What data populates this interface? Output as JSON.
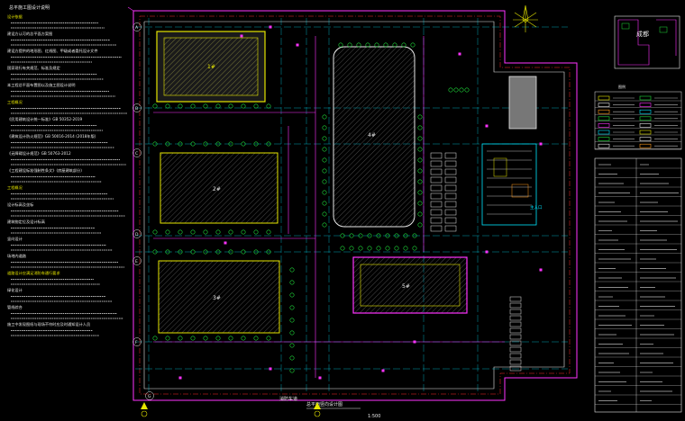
{
  "notes": {
    "title": "总平施工图设计说明",
    "lines": [
      "设计依据",
      "建设方认可的总平面方案图",
      "建设方提供的地形图、红线图、甲级或者委托设计文件",
      "国家现行有关规范、标准及规定",
      "本工程总平面布置图以及施工图设计说明",
      "工程概况",
      "《民用建筑设计统一标准》GB 50352-2019",
      "《建筑设计防火规范》GB 50016-2014 (2018年版)",
      "《无障碍设计规范》GB 50763-2012",
      "《工程建设标准强制性条文》(房屋建筑部分)",
      "工程概况",
      "设计标高及坐标",
      "建筑物定位及设计标高",
      "竖向设计",
      "场地内道路",
      "道路设计应满足消防车通行要求",
      "绿化设计",
      "管线综合",
      "施工中发现图纸与现场不符时应及时通知设计人员"
    ]
  },
  "plan": {
    "building_labels": [
      "1#",
      "2#",
      "3#",
      "4#",
      "5#"
    ],
    "axis_markers": [
      "A",
      "B",
      "C",
      "D",
      "E",
      "F",
      "G"
    ],
    "bottom_title": "总平面竖向设计图",
    "bottom_scale": "1:500",
    "fire_label": "消防车道",
    "entry_label": "主入口"
  },
  "location": {
    "city": "成都"
  },
  "legend": {
    "title": "图例",
    "rows": 8
  },
  "titleblock": {
    "rows": 26
  },
  "colors": {
    "background": "#000000",
    "magenta": "#ff33ff",
    "cyan": "#00e5ff",
    "green": "#1fdc3a",
    "yellow": "#e6e600",
    "white": "#e8e8e8",
    "orange": "#ff9a1a",
    "red": "#ff2a2a"
  }
}
